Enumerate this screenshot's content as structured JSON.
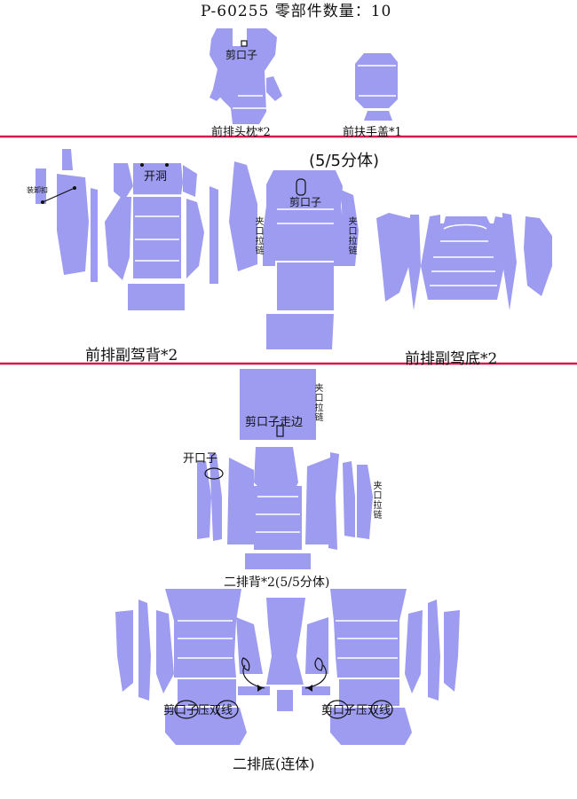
{
  "title": "P-60255 零部件数量：10",
  "colors": {
    "piece": "#9d9cf1",
    "seam": "#ffffff",
    "divider": "#d7194f",
    "note": "#111111"
  },
  "sections": {
    "headrest": {
      "cut_note": "剪口子",
      "front_headrest_label": "前排头枕*2",
      "front_armrest_label": "前扶手盖*1"
    },
    "front_passenger_back": {
      "split_label": "(5/5分体)",
      "install_buckle_note": "装卸扣",
      "opening_note": "开洞",
      "cut_note": "剪口子",
      "zipper_note_left": "夹口拉链",
      "zipper_note_right": "夹口拉链",
      "label": "前排副驾背*2"
    },
    "front_passenger_base": {
      "label": "前排副驾底*2"
    },
    "second_row_back": {
      "cut_edge_note": "剪口子走边",
      "zipper_note_top": "夹口拉链",
      "open_note": "开口子",
      "zipper_note_side": "夹口拉链",
      "label": "二排背*2(5/5分体)"
    },
    "second_row_base": {
      "double_line_left": "剪口子压双线",
      "double_line_right": "剪口子压双线",
      "label": "二排底(连体)"
    }
  }
}
